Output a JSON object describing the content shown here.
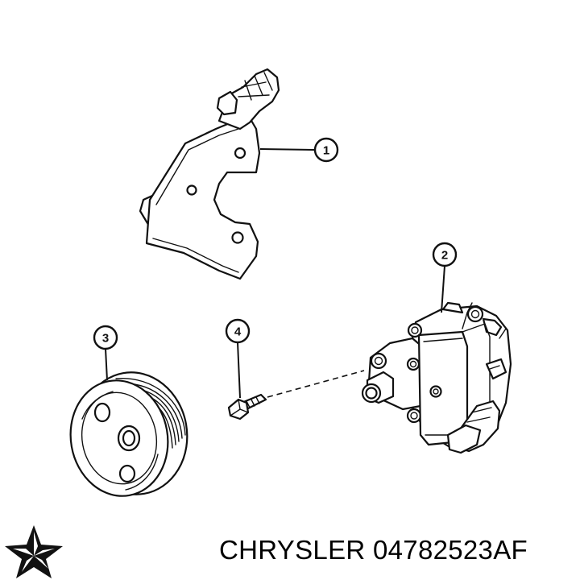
{
  "callouts": [
    "1",
    "2",
    "3",
    "4"
  ],
  "caption": "CHRYSLER 04782523AF",
  "brand_logo": "chrysler-pentastar-logo"
}
